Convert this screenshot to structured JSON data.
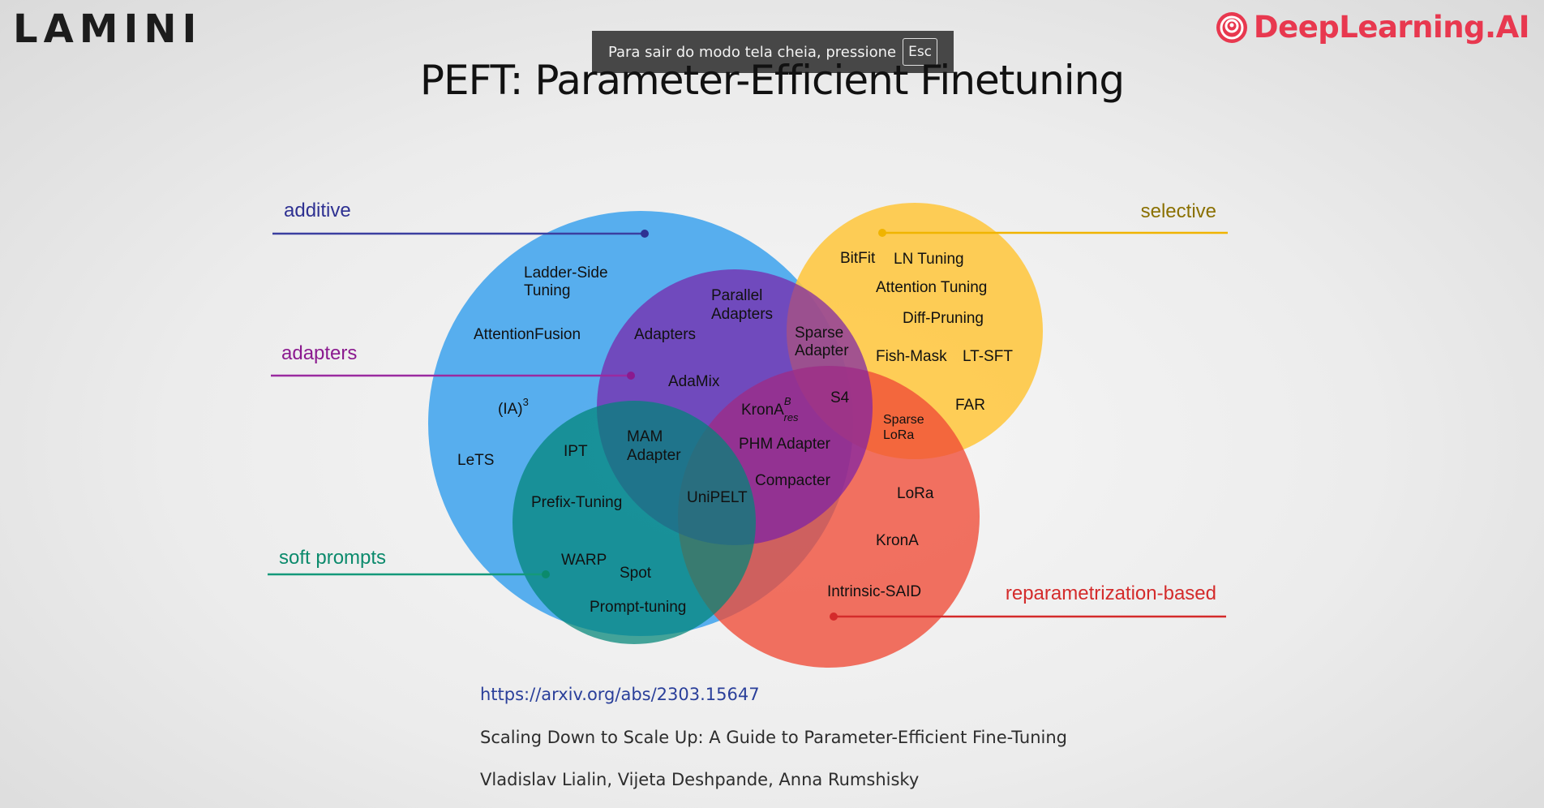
{
  "brand": {
    "left_logo": "LAMINI",
    "right_logo": "DeepLearning.AI"
  },
  "fullscreen_toast": {
    "message": "Para sair do modo tela cheia, pressione",
    "key": "Esc"
  },
  "slide": {
    "title": "PEFT: Parameter-Efficient Finetuning",
    "categories": [
      {
        "id": "additive",
        "label": "additive",
        "color": "#2e3192"
      },
      {
        "id": "adapters",
        "label": "adapters",
        "color": "#8b1a8f"
      },
      {
        "id": "soft-prompts",
        "label": "soft prompts",
        "color": "#0b8a6c"
      },
      {
        "id": "selective",
        "label": "selective",
        "color": "#8a7000"
      },
      {
        "id": "reparametrization",
        "label": "reparametrization-based",
        "color": "#d42b2b"
      }
    ],
    "methods": {
      "ladder_side_tuning": [
        "Ladder-Side",
        "Tuning"
      ],
      "attention_fusion": "AttentionFusion",
      "ia3_base": "(IA)",
      "ia3_sup": "3",
      "lets": "LeTS",
      "ipt": "IPT",
      "prefix_tuning": "Prefix-Tuning",
      "warp": "WARP",
      "spot": "Spot",
      "prompt_tuning": "Prompt-tuning",
      "mam_adapter": [
        "MAM",
        "Adapter"
      ],
      "unipelt": "UniPELT",
      "adapters": "Adapters",
      "parallel_adapters": [
        "Parallel",
        "Adapters"
      ],
      "adamix": "AdaMix",
      "krona_res": "KronA",
      "krona_res_sup": "B",
      "krona_res_sub": "res",
      "phm_adapter": "PHM Adapter",
      "compacter": "Compacter",
      "sparse_adapter": [
        "Sparse",
        "Adapter"
      ],
      "s4": "S4",
      "bitfit": "BitFit",
      "ln_tuning": "LN Tuning",
      "attention_tuning": "Attention Tuning",
      "diff_pruning": "Diff-Pruning",
      "fish_mask": "Fish-Mask",
      "lt_sft": "LT-SFT",
      "far": "FAR",
      "sparse_lora": [
        "Sparse",
        "LoRa"
      ],
      "lora": "LoRa",
      "krona": "KronA",
      "intrinsic_said": "Intrinsic-SAID"
    },
    "reference": {
      "url": "https://arxiv.org/abs/2303.15647",
      "paper_title": "Scaling Down to Scale Up: A Guide to Parameter-Efficient Fine-Tuning",
      "authors": "Vladislav Lialin, Vijeta Deshpande, Anna Rumshisky"
    }
  }
}
